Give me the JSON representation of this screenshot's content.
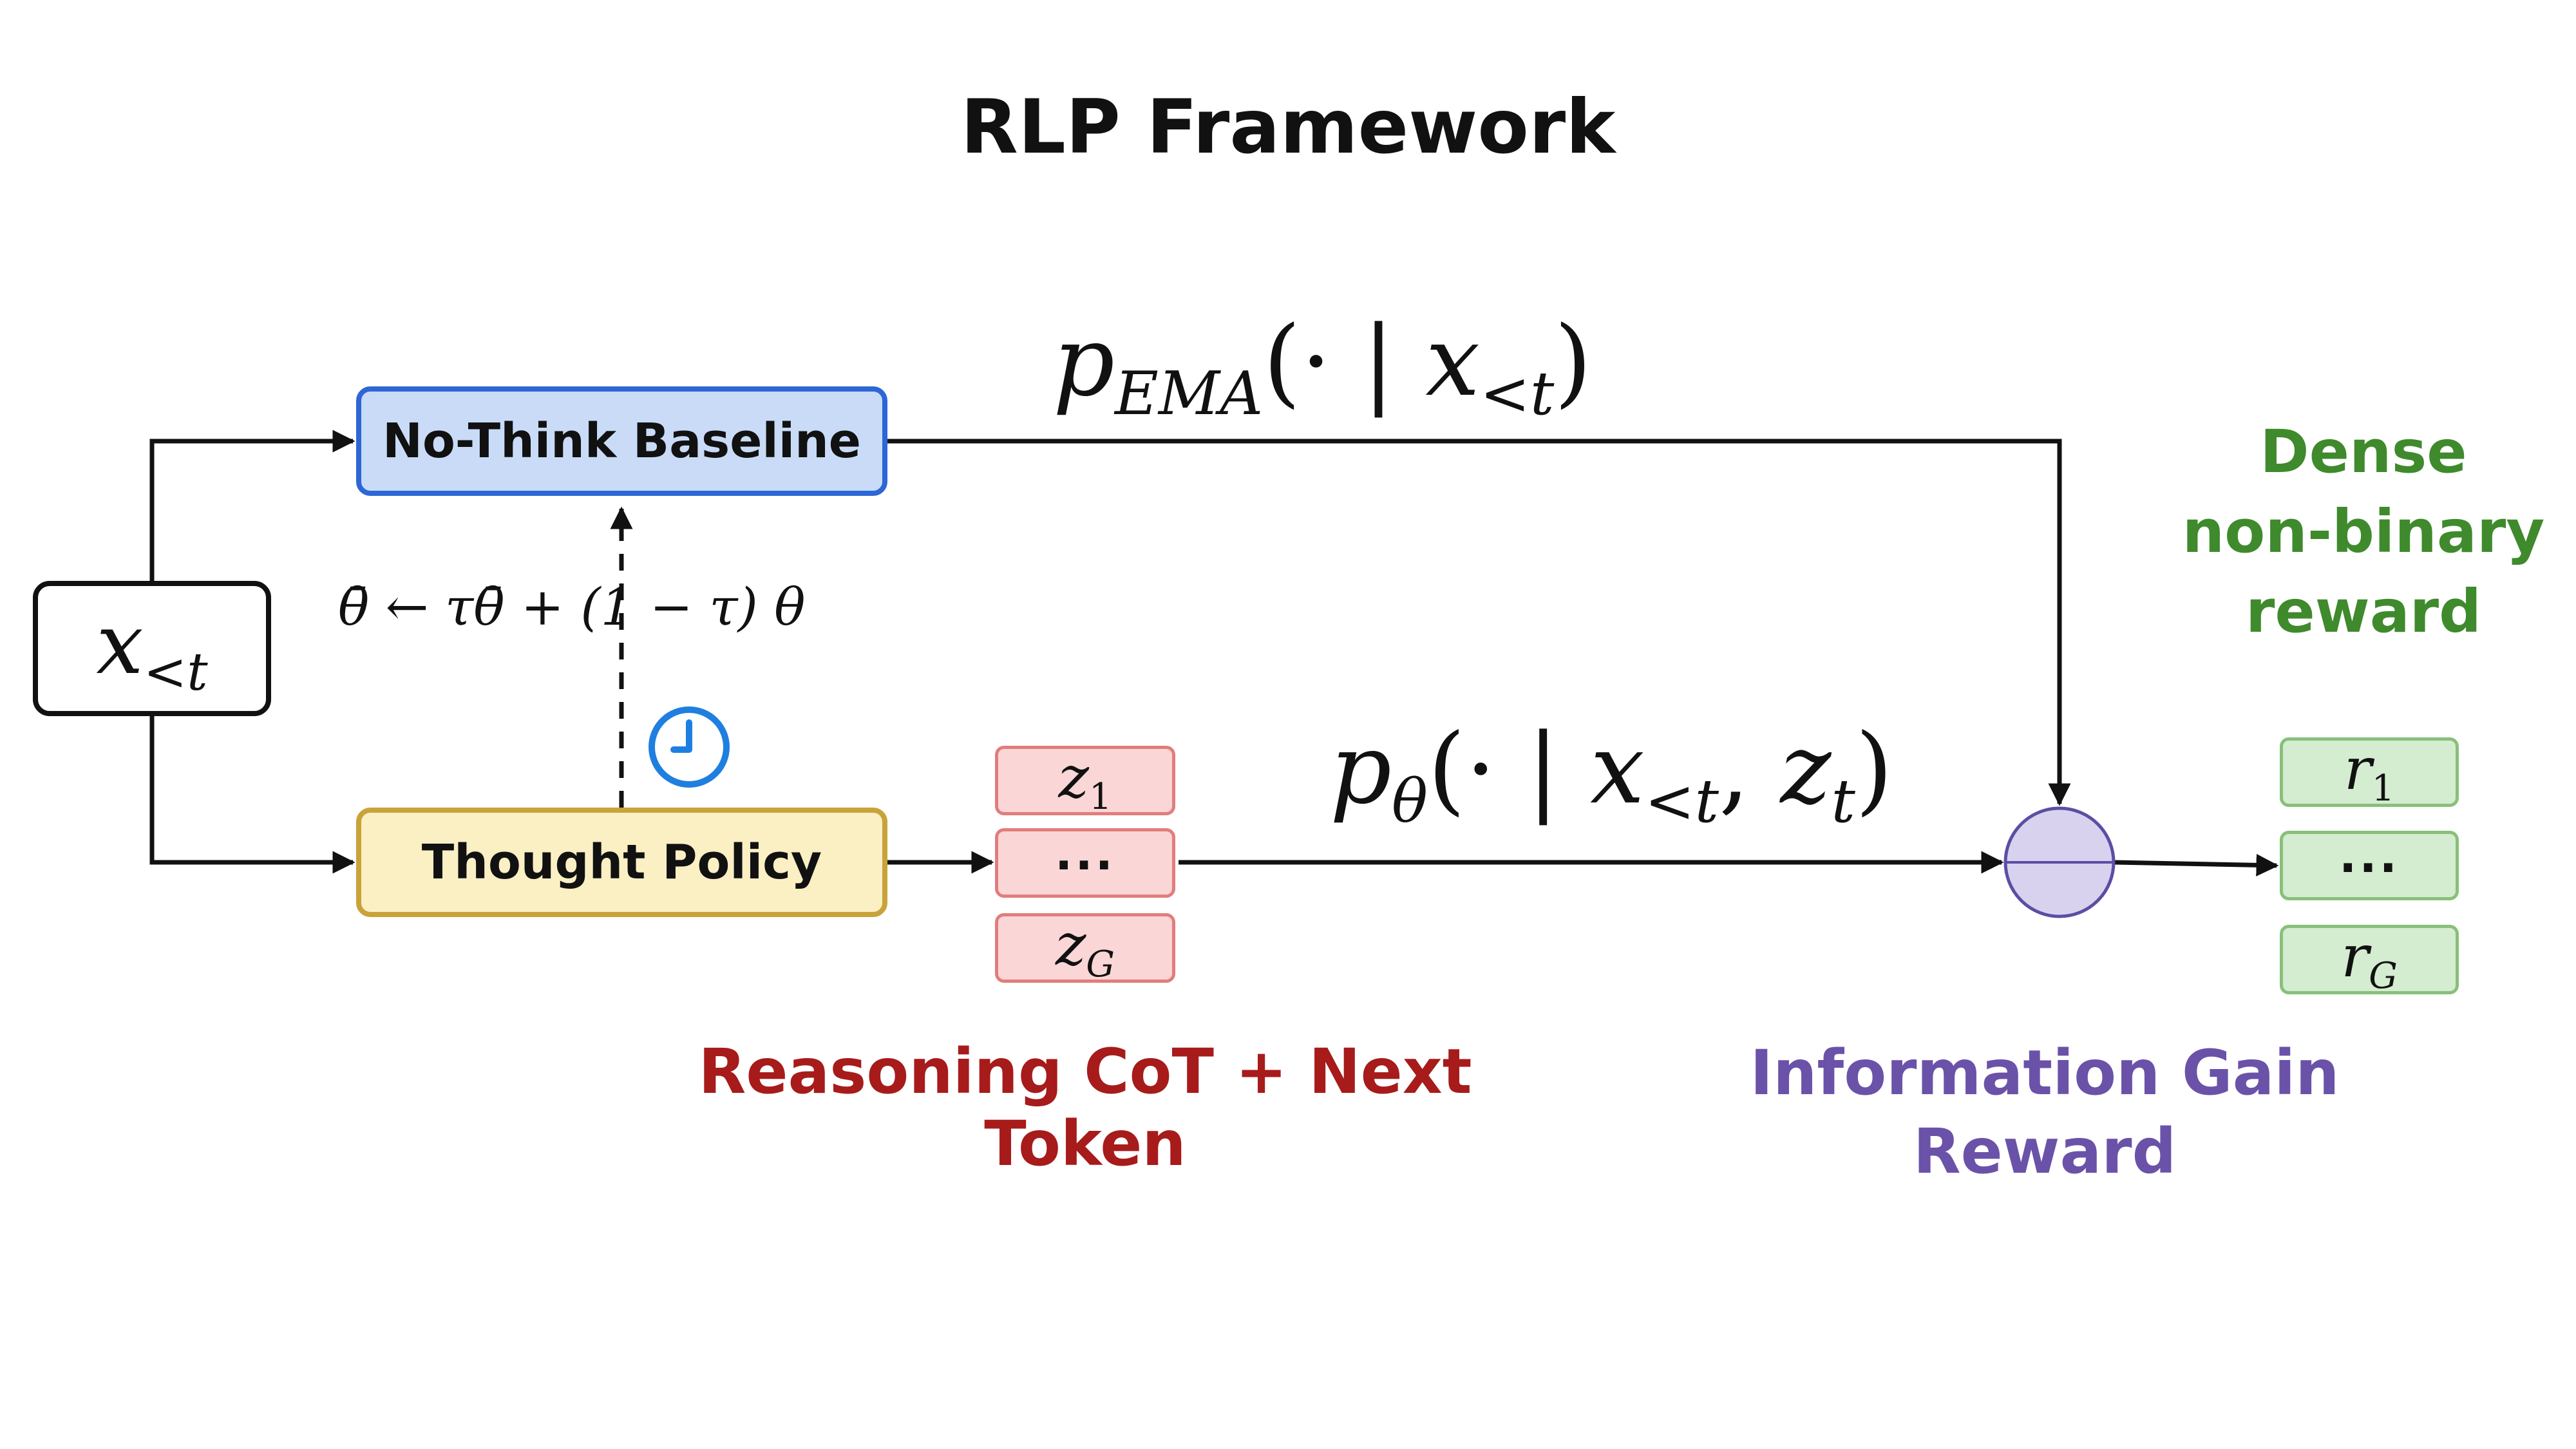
{
  "title": "RLP Framework",
  "nodes": {
    "input": {
      "main": "x",
      "sub": "<t"
    },
    "baseline": {
      "label": "No-Think Baseline"
    },
    "policy": {
      "label": "Thought Policy"
    },
    "thoughts": [
      {
        "main": "z",
        "sub": "1"
      },
      {
        "dots": "..."
      },
      {
        "main": "z",
        "sub": "G"
      }
    ],
    "rewards": [
      {
        "main": "r",
        "sub": "1"
      },
      {
        "dots": "..."
      },
      {
        "main": "r",
        "sub": "G"
      }
    ]
  },
  "formulas": {
    "ema": {
      "p": "p",
      "sub": "EMA",
      "rest_open": "(· | ",
      "x": "x",
      "x_sub": "<t",
      "close": ")"
    },
    "policy_prob": {
      "p": "p",
      "sub": "θ",
      "rest_open": "(· | ",
      "x": "x",
      "x_sub": "<t",
      "comma": ", ",
      "z": "z",
      "z_sub": "t",
      "close": ")"
    },
    "ema_update": "θ̄ ← τθ̄ + (1 − τ) θ"
  },
  "captions": {
    "reasoning": "Reasoning CoT + Next Token",
    "info_gain": [
      "Information Gain",
      "Reward"
    ],
    "dense": [
      "Dense",
      "non-binary",
      "reward"
    ]
  },
  "colors": {
    "baseline_fill": "#c9dbf7",
    "baseline_border": "#2d67d6",
    "policy_fill": "#fbefc4",
    "policy_border": "#c9a33a",
    "thought_fill": "#fbd6d6",
    "thought_border": "#e27d7d",
    "reward_fill": "#d4ecd0",
    "reward_border": "#88c07a",
    "combiner_fill": "#d9d2ef",
    "combiner_border": "#5b4ea3",
    "clock": "#1f7fe0",
    "caption_red": "#a71b1b",
    "caption_purple": "#6a52a8",
    "caption_green": "#3f8a2c"
  },
  "icons": {
    "timer": "clock-icon"
  }
}
